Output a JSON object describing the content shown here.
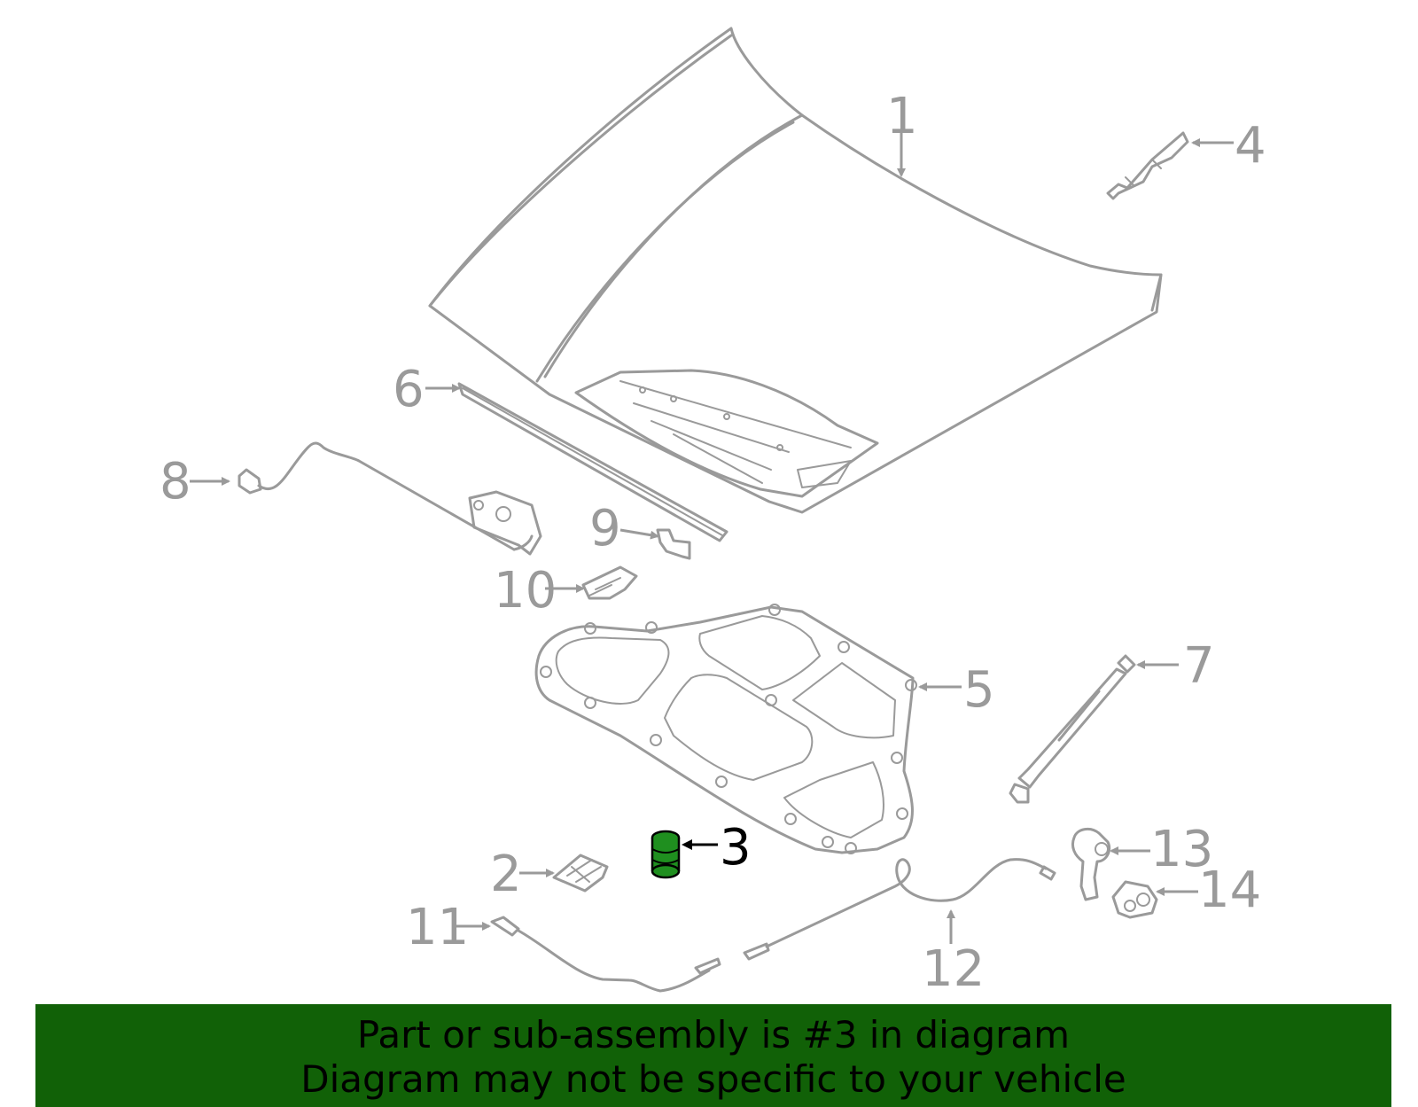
{
  "colors": {
    "part_line": "#9a9a9a",
    "highlight_fill": "#1f8f1f",
    "highlight_stroke": "#000000",
    "banner_bg": "#116107",
    "banner_text": "#000000"
  },
  "callouts": [
    "1",
    "2",
    "3",
    "4",
    "5",
    "6",
    "7",
    "8",
    "9",
    "10",
    "11",
    "12",
    "13",
    "14"
  ],
  "highlighted_part": "3",
  "banner": {
    "line1": "Part or sub-assembly is #3 in diagram",
    "line2": "Diagram may not be specific to your vehicle"
  }
}
